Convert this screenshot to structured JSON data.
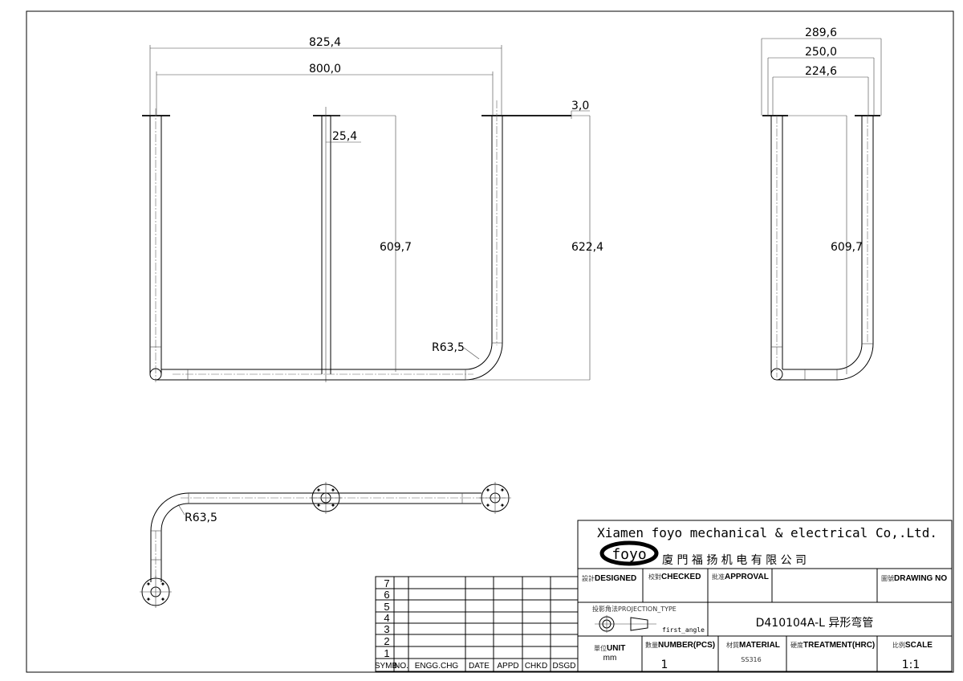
{
  "front_view": {
    "dims": {
      "overall_width": "825,4",
      "center_width": "800,0",
      "flange_thickness": "3,0",
      "pipe_diameter": "25,4",
      "height_inner": "609,7",
      "height_overall": "622,4",
      "bend_radius": "R63,5"
    }
  },
  "side_view": {
    "dims": {
      "overall_width": "289,6",
      "center_width": "250,0",
      "inner_width": "224,6",
      "height": "609,7"
    }
  },
  "top_view": {
    "dims": {
      "bend_radius": "R63,5"
    }
  },
  "revision_table": {
    "rows": [
      "7",
      "6",
      "5",
      "4",
      "3",
      "2",
      "1"
    ],
    "headers": [
      "SYMB",
      "NO.",
      "ENGG.CHG",
      "DATE",
      "APPD",
      "CHKD",
      "DSGD"
    ]
  },
  "title_block": {
    "company_en": "Xiamen foyo mechanical & electrical Co,.Ltd.",
    "company_cn": "廈 門 福 扬 机 电 有 限 公 司",
    "logo": "foyo",
    "designed_cn": "設計",
    "designed": "DESIGNED",
    "checked_cn": "校對",
    "checked": "CHECKED",
    "approval_cn": "批准",
    "approval": "APPROVAL",
    "drawing_no_cn": "圖號",
    "drawing_no": "DRAWING NO",
    "projection_label": "投影角法PROJECTION_TYPE",
    "projection_value": "first_angle",
    "drawing_title": "D410104A-L 异形弯管",
    "unit_cn": "單位",
    "unit": "UNIT",
    "unit_value": "mm",
    "number_cn": "數量",
    "number": "NUMBER(PCS)",
    "number_value": "1",
    "material_cn": "材質",
    "material": "MATERIAL",
    "material_value": "SS316",
    "treatment_cn": "硬度",
    "treatment": "TREATMENT(HRC)",
    "scale_cn": "比例",
    "scale": "SCALE",
    "scale_value": "1:1"
  }
}
